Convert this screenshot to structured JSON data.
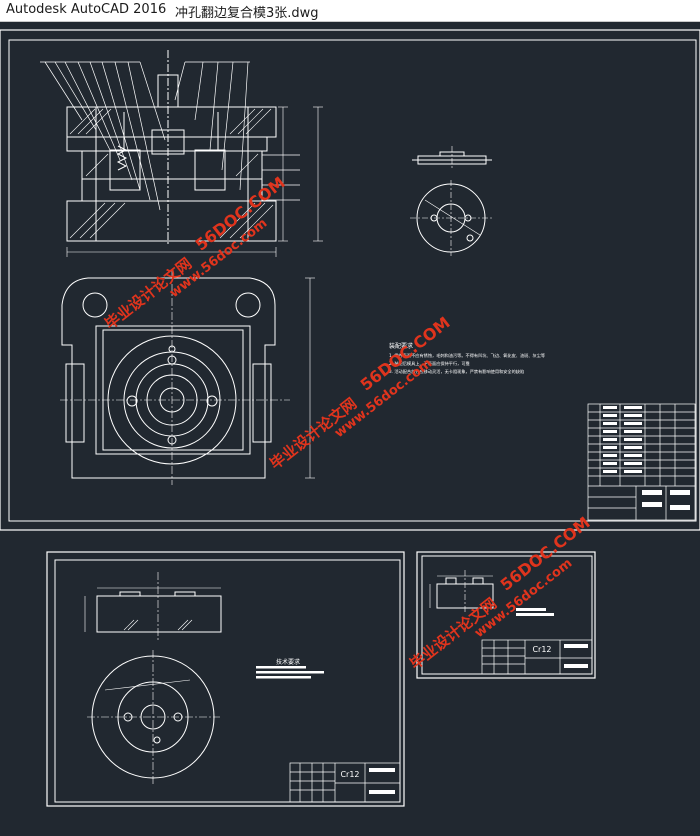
{
  "window": {
    "app_name": "Autodesk AutoCAD 2016",
    "file_name": "冲孔翻边复合模3张.dwg"
  },
  "drawing": {
    "notes_title": "装配要求",
    "notes_lines": [
      "1. 零件表面不应有锈蚀，毛刺和油污等。不得有凹坑、飞边、氧化皮、油斑、灰尘等",
      "2. 装配后模具上、下表面应保持平行，可靠",
      "3. 活动配合部分应移动灵活，无卡阻现象，严禁有影响使用和安全的缺陷"
    ],
    "sheet2_notes_title": "技术要求",
    "material_small": "Cr12",
    "material_large": "Cr12"
  },
  "watermark": {
    "domain": "www.56doc.com",
    "slogan": "毕业设计论文网",
    "brand": "56DOC.COM"
  },
  "colors": {
    "background": "#212830",
    "line": "#ffffff",
    "watermark": "#e0341d"
  }
}
